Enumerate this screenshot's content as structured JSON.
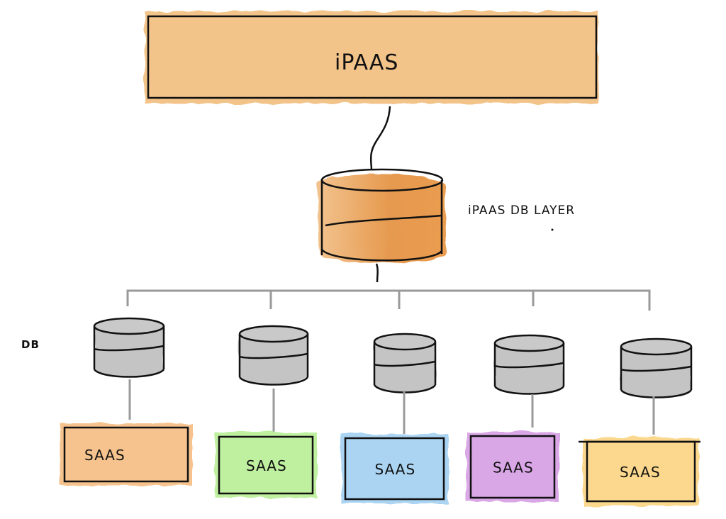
{
  "diagram": {
    "top_box": {
      "label": "iPAAS",
      "color": "#f3c48a"
    },
    "db_layer": {
      "label": "iPAAS DB LAYER",
      "color": "#e8a15a"
    },
    "db_row_label": "DB",
    "db_color": "#c4c4c4",
    "connector_color": "#9a9a9a",
    "saas": [
      {
        "label": "SAAS",
        "color": "#f6c38e"
      },
      {
        "label": "SAAS",
        "color": "#bff0a0"
      },
      {
        "label": "SAAS",
        "color": "#aad4f2"
      },
      {
        "label": "SAAS",
        "color": "#d9a6e6"
      },
      {
        "label": "SAAS",
        "color": "#fcd88e"
      }
    ]
  }
}
